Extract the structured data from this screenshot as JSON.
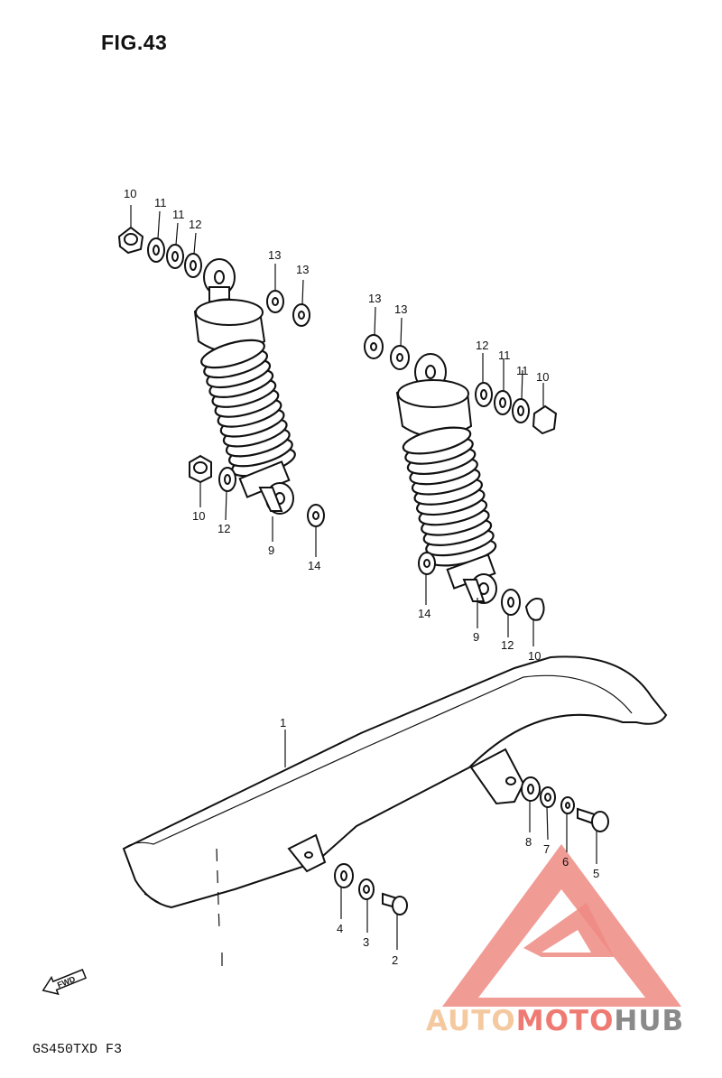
{
  "figure": {
    "title": "FIG.43",
    "model_code": "GS450TXD  F3"
  },
  "watermark": {
    "brand_part1": "AUTO",
    "brand_part2": "MOTO",
    "brand_part3": "HUB",
    "color_light": "#f5c9a0",
    "color_red": "#ee7a72",
    "color_dark": "#8a8a8a"
  },
  "callouts": {
    "left_top": {
      "c10": "10",
      "c11a": "11",
      "c11b": "11",
      "c12": "12"
    },
    "left_washers": {
      "c13a": "13",
      "c13b": "13"
    },
    "left_bottom": {
      "c10": "10",
      "c12": "12",
      "c9": "9",
      "c14": "14"
    },
    "right_washers": {
      "c13a": "13",
      "c13b": "13"
    },
    "right_top": {
      "c12": "12",
      "c11a": "11",
      "c11b": "11",
      "c10": "10"
    },
    "right_bottom": {
      "c14": "14",
      "c9": "9",
      "c12": "12",
      "c10": "10"
    },
    "case": {
      "c1": "1",
      "c2": "2",
      "c3": "3",
      "c4": "4",
      "c5": "5",
      "c6": "6",
      "c7": "7",
      "c8": "8"
    }
  },
  "fwd_label": "FWD"
}
